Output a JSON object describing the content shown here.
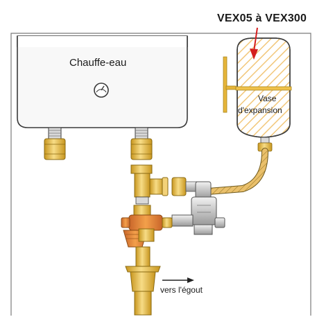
{
  "labels": {
    "model_range": "VEX05 à VEX300",
    "heater": "Chauffe-eau",
    "vessel_line1": "Vase",
    "vessel_line2": "d'expansion",
    "drain": "vers l'égout"
  },
  "colors": {
    "brass": "#e9c25a",
    "brass_dark": "#c8961f",
    "red_cap": "#e0822e",
    "arrow_red": "#d41e1e",
    "hatch": "#f2c77a",
    "chrome": "#cfcfcf",
    "outline": "#3a3a3a"
  }
}
